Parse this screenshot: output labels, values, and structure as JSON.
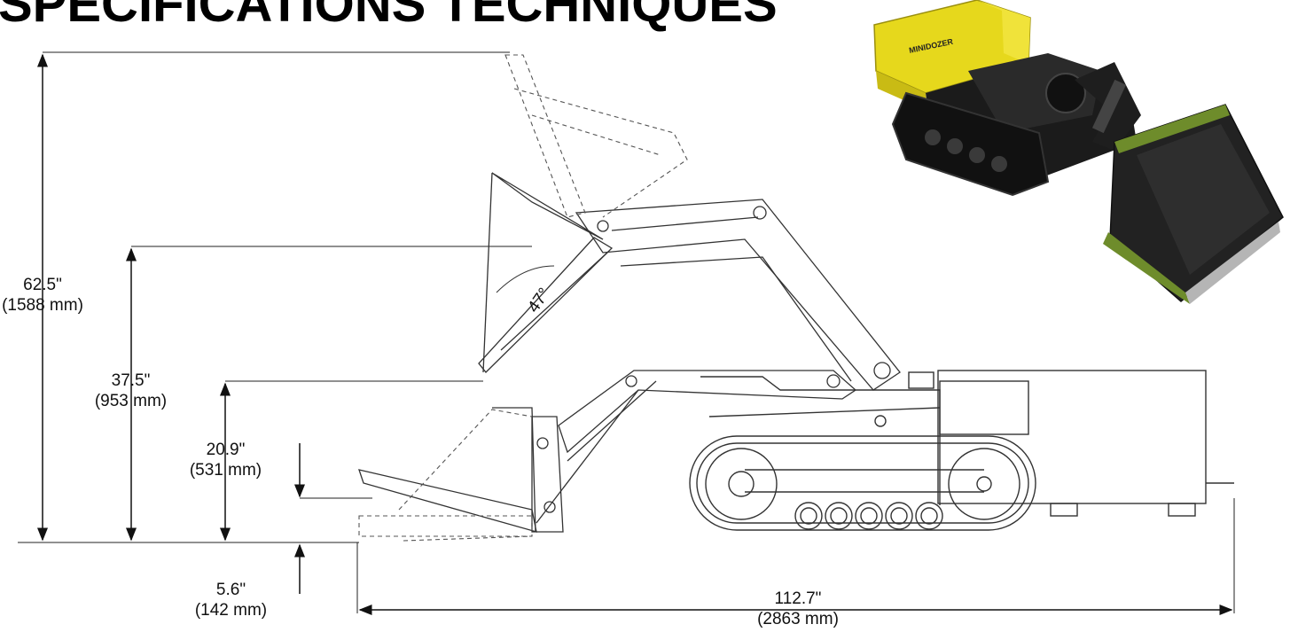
{
  "title": "SPÉCIFICATIONS TECHNIQUES",
  "dimensions": {
    "overall_height": {
      "inches": "62.5\"",
      "mm": "(1588 mm)"
    },
    "dump_height": {
      "inches": "37.5\"",
      "mm": "(953 mm)"
    },
    "hinge_pin_height": {
      "inches": "20.9\"",
      "mm": "(531 mm)"
    },
    "dig_depth": {
      "inches": "5.6\"",
      "mm": "(142 mm)"
    },
    "overall_length": {
      "inches": "112.7\"",
      "mm": "(2863 mm)"
    },
    "dump_angle": "47°"
  },
  "photo": {
    "brand_label": "MINIDOZER",
    "colors": {
      "body": "#e6d81c",
      "frame": "#1b1b1b",
      "bucket_edge": "#6e8c2b"
    }
  },
  "colors": {
    "line": "#333333",
    "dashed": "#555555"
  }
}
